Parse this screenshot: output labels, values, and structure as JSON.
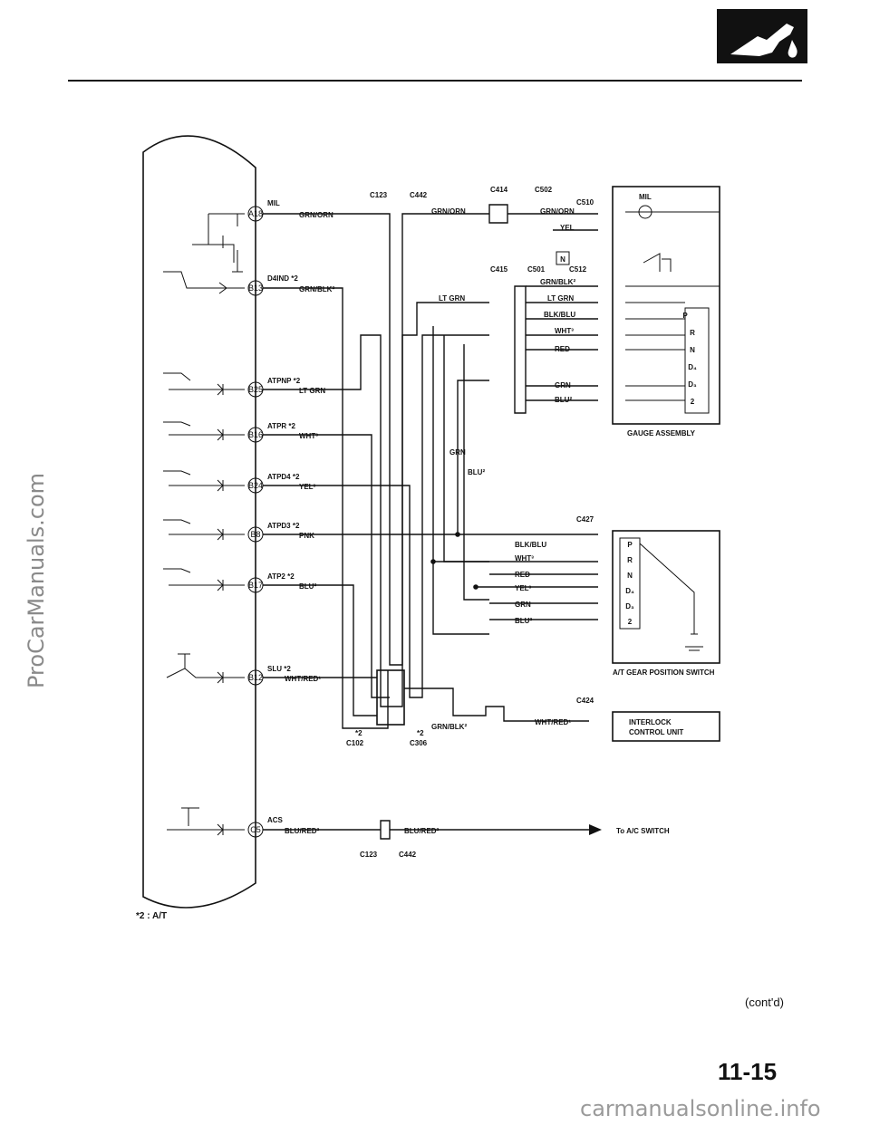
{
  "header": {
    "logo_icon": "fuel-nozzle-icon"
  },
  "ecm": {
    "pins": [
      {
        "id": "A18",
        "signal": "MIL",
        "wire": "GRN/ORN"
      },
      {
        "id": "B13",
        "signal": "D4IND *2",
        "wire": "GRN/BLK²"
      },
      {
        "id": "B25",
        "signal": "ATPNP *2",
        "wire": "LT GRN"
      },
      {
        "id": "B16",
        "signal": "ATPR *2",
        "wire": "WHT³"
      },
      {
        "id": "B24",
        "signal": "ATPD4 *2",
        "wire": "YEL³"
      },
      {
        "id": "B8",
        "signal": "ATPD3 *2",
        "wire": "PNK"
      },
      {
        "id": "B17",
        "signal": "ATP2 *2",
        "wire": "BLU²"
      },
      {
        "id": "B12",
        "signal": "SLU *2",
        "wire": "WHT/RED¹"
      },
      {
        "id": "C5",
        "signal": "ACS",
        "wire": "BLU/RED²"
      }
    ]
  },
  "connectors": {
    "c123": "C123",
    "c442": "C442",
    "c414": "C414",
    "c502": "C502",
    "c510": "C510",
    "c415": "C415",
    "c501": "C501",
    "c512": "C512",
    "c427": "C427",
    "c424": "C424",
    "c102": "C102",
    "c306": "C306",
    "note_star2": "*2"
  },
  "wires": {
    "grn_orn": "GRN/ORN",
    "yel": "YEL",
    "grn_blk": "GRN/BLK²",
    "lt_grn": "LT GRN",
    "blk_blu": "BLK/BLU",
    "wht3": "WHT³",
    "red": "RED",
    "grn": "GRN",
    "blu2": "BLU²",
    "yel3": "YEL³",
    "wht_red": "WHT/RED¹",
    "blu_red": "BLU/RED²"
  },
  "gauge": {
    "mil": "MIL",
    "indicator": "N",
    "title": "GAUGE ASSEMBLY",
    "positions": [
      "P",
      "R",
      "N",
      "D₄",
      "D₃",
      "2"
    ]
  },
  "gear_switch": {
    "title": "A/T GEAR POSITION SWITCH",
    "positions": [
      "P",
      "R",
      "N",
      "D₄",
      "D₃",
      "2"
    ]
  },
  "interlock": {
    "line1": "INTERLOCK",
    "line2": "CONTROL UNIT"
  },
  "ac": {
    "label": "To A/C SWITCH"
  },
  "footnote": "*2 : A/T",
  "contd": "(cont'd)",
  "page_number": "11-15",
  "watermark_left": "ProCarManuals.com",
  "watermark_bottom": "carmanualsonline.info"
}
